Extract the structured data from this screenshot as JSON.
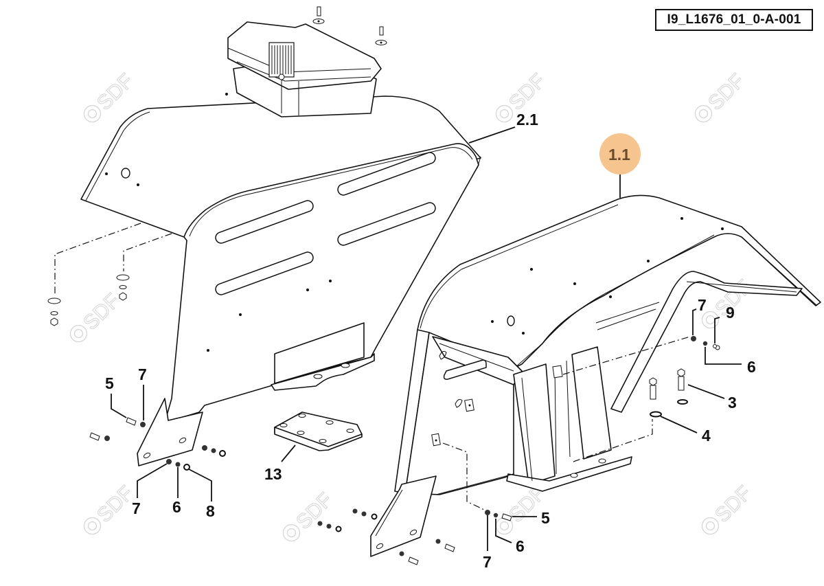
{
  "diagram": {
    "reference_code": "I9_L1676_01_0-A-001",
    "watermark_text": "SDF",
    "highlight_color": "#f5c48f",
    "callouts": {
      "c1_1": "1.1",
      "c2_1": "2.1",
      "c3": "3",
      "c4": "4",
      "c5_left": "5",
      "c5_right": "5",
      "c6_right_upper": "6",
      "c6_left": "6",
      "c6_right_lower": "6",
      "c7_right_upper": "7",
      "c7_left_upper": "7",
      "c7_left_lower": "7",
      "c7_right_lower": "7",
      "c8": "8",
      "c9": "9",
      "c13": "13"
    },
    "highlighted_callout": "1.1"
  }
}
